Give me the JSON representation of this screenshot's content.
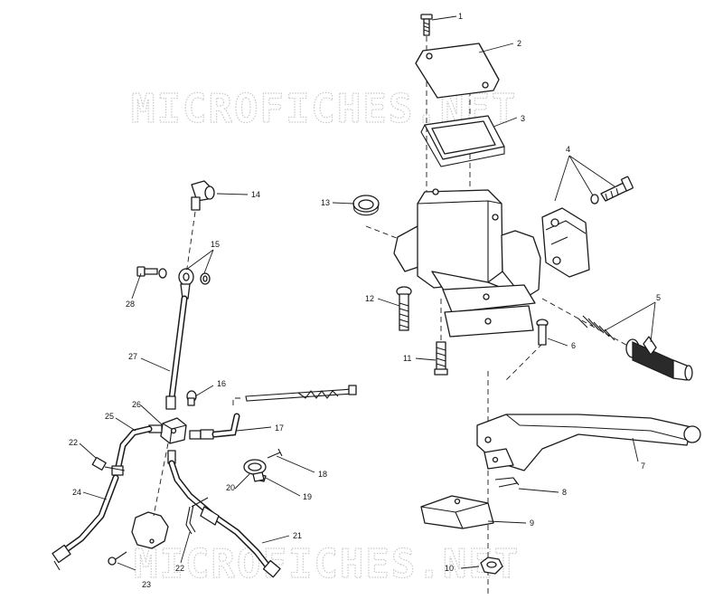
{
  "watermark": {
    "text": "MICROFICHES.NET"
  },
  "callouts": {
    "c1": "1",
    "c2": "2",
    "c3": "3",
    "c4": "4",
    "c5": "5",
    "c6": "6",
    "c7": "7",
    "c8": "8",
    "c9": "9",
    "c10": "10",
    "c11": "11",
    "c12": "12",
    "c13": "13",
    "c14": "14",
    "c15": "15",
    "c16": "16",
    "c17": "17",
    "c18": "18",
    "c19": "19",
    "c20": "20",
    "c21": "21",
    "c22a": "22",
    "c22b": "22",
    "c23": "23",
    "c24": "24",
    "c25": "25",
    "c26": "26",
    "c27": "27",
    "c28": "28"
  }
}
